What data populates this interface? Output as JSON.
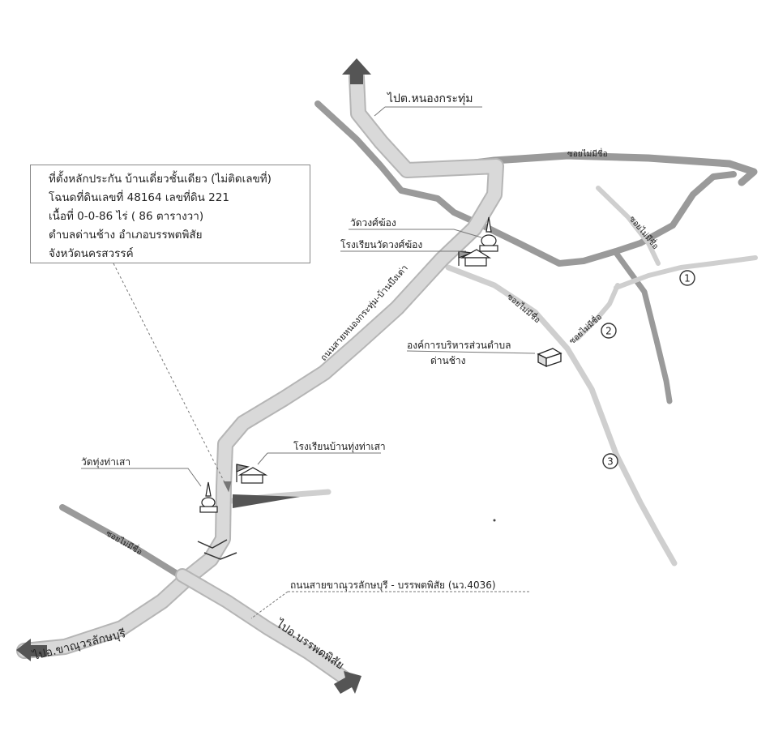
{
  "info": {
    "line1": "ที่ตั้งหลักประกัน บ้านเดี่ยวชั้นเดียว (ไม่ติดเลขที่)",
    "line2": "โฉนดที่ดินเลขที่ 48164 เลขที่ดิน 221",
    "line3": "เนื้อที่ 0-0-86 ไร่ ( 86 ตารางวา)",
    "line4": "ตำบลด่านช้าง    อำเภอบรรพตพิสัย",
    "line5": "จังหวัดนครสวรรค์"
  },
  "labels": {
    "north_dest": "ไปต.หนองกระทุ่ม",
    "road_noname_top": "ซอยไม่มีชื่อ",
    "temple_wongmong": "วัดวงศ์ฆ้อง",
    "school_wongmong": "โรงเรียนวัดวงศ์ฆ้อง",
    "main_road": "ถนนสายหนองกระทุ่ม-บ้านบึงเต่า",
    "soi_center": "ซอยไม่มีชื่อ",
    "soi_right_upper": "ซอยไม่มีชื่อ",
    "soi_right_lower": "ซอยไม่มีชื่อ",
    "sao_office_line1": "องค์การบริหารส่วนตำบล",
    "sao_office_line2": "ด่านช้าง",
    "school_thungthasao": "โรงเรียนบ้านทุ่งท่าเสา",
    "temple_thungthasao": "วัดทุ่งท่าเสา",
    "soi_left": "ซอยไม่มีชื่อ",
    "highway": "ถนนสายขาณุวรลักษบุรี - บรรพตพิสัย (นว.4036)",
    "west_dest": "ไปอ.ขาณุวรลักษบุรี",
    "south_dest": "ไปอ.บรรพตพิสัย"
  },
  "markers": [
    "1",
    "2",
    "3"
  ],
  "colors": {
    "main_road_fill": "#d9d9d9",
    "main_road_edge": "#b5b5b5",
    "minor_road": "#9a9a9a",
    "light_road": "#cfcfcf",
    "arrow": "#555555",
    "leader": "#777777"
  }
}
